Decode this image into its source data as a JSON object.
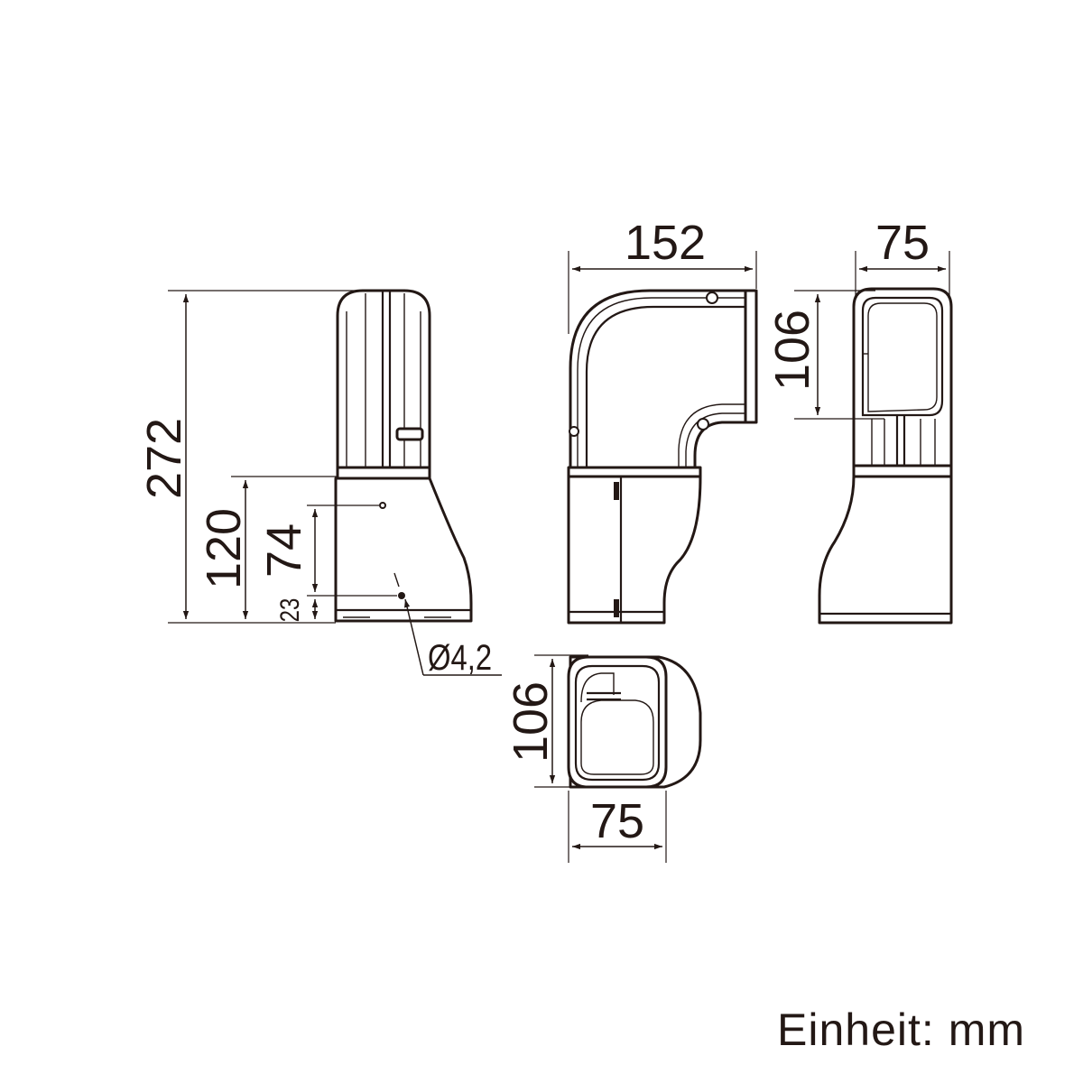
{
  "unit_note": "Einheit: mm",
  "dimensions": {
    "side_total_height": "272",
    "side_lower_height": "120",
    "side_hole_spacing": "74",
    "side_hole_offset": "23",
    "hole_diameter": "Ø4,2",
    "front_width": "152",
    "end_width_top": "75",
    "end_height_top": "106",
    "bottom_height": "106",
    "bottom_width": "75"
  }
}
